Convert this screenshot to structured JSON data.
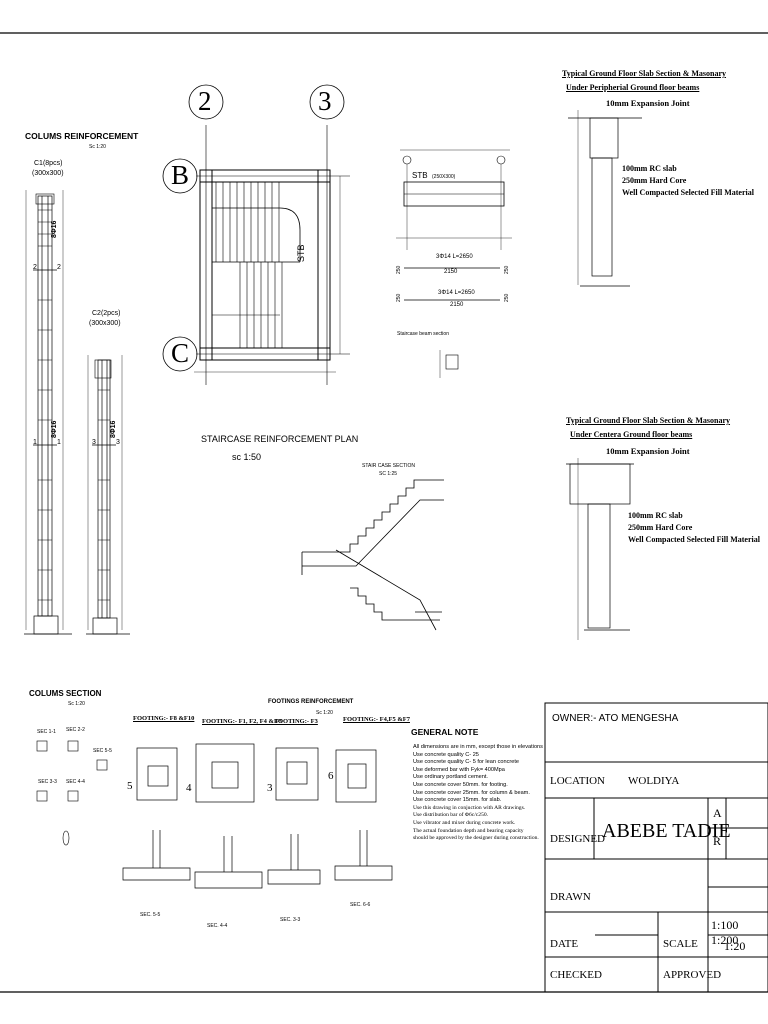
{
  "sheet": {
    "column_reinforcement": {
      "title": "COLUMS REINFORCEMENT",
      "scale": "Sc 1:20",
      "c1_label": "C1(8pcs)",
      "c1_size": "(300x300)",
      "c2_label": "C2(2pcs)",
      "c2_size": "(300x300)",
      "c1_bar_top": "8Φ16",
      "c1_bar_bottom": "8Φ16",
      "c2_bar": "8Φ16",
      "sec_numbers": [
        "2",
        "2",
        "1",
        "1",
        "3",
        "3"
      ]
    },
    "staircase_plan": {
      "grid_2": "2",
      "grid_3": "3",
      "grid_b": "B",
      "grid_c": "C",
      "stb": "STB",
      "title": "STAIRCASE REINFORCEMENT PLAN",
      "scale": "sc 1:50"
    },
    "beam_detail": {
      "stb": "STB",
      "size": "(250X300)",
      "bar_top": "3Φ14 L=2650",
      "len_top": "2150",
      "bar_bottom": "3Φ14 L=2650",
      "len_bottom": "2150",
      "caption": "Staircase beam section",
      "dims": [
        "250",
        "250",
        "250",
        "250"
      ]
    },
    "stair_section": {
      "title": "STAIR CASE SECTION",
      "scale": "SC 1:25"
    },
    "slab_top": {
      "title1": "Typical Ground Floor Slab Section & Masonary",
      "title2": "Under Peripherial Ground floor beams",
      "joint": "10mm Expansion Joint",
      "l1": "100mm RC slab",
      "l2": "250mm Hard  Core",
      "l3": "Well Compacted Selected Fill Material"
    },
    "slab_bottom": {
      "title1": "Typical Ground Floor Slab Section & Masonary",
      "title2": "Under Centera Ground floor beams",
      "joint": "10mm Expansion Joint",
      "l1": "100mm RC slab",
      "l2": "250mm Hard  Core",
      "l3": "Well Compacted Selected Fill Material"
    },
    "columns_section": {
      "title": "COLUMS SECTION",
      "scale": "Sc 1:20",
      "labels": [
        "SEC 1-1",
        "SEC 2-2",
        "SEC 3-3",
        "SEC 4-4",
        "SEC 5-5"
      ]
    },
    "footings": {
      "title": "FOOTINGS REINFORCEMENT",
      "scale": "Sc 1:20",
      "f1": "FOOTING:- F8 &F10",
      "f2": "FOOTING:- F1, F2, F4 & F9",
      "f3": "FOOTING:- F3",
      "f4": "FOOTING:- F4,F5 &F7",
      "sec_a": "SEC. 5-5",
      "sec_b": "SEC. 4-4",
      "sec_c": "SEC. 3-3",
      "sec_d": "SEC. 6-6",
      "mark5": "5",
      "mark4": "4",
      "mark3": "3",
      "mark6": "6"
    },
    "general_note": {
      "title": "GENERAL NOTE",
      "lines": [
        "All dimensions are in mm, except those in elevations",
        "Use concrete quality C- 25",
        "Use concrete quality C- 5 for lean concrete",
        "Use deformed bar with Fyk= 400Mpa",
        "Use ordinary portland  cement.",
        "Use concrete cover 50mm. for footing.",
        "Use concrete cover 25mm. for column & beam.",
        "Use concrete cover 15mm. for slab.",
        "Use this drawing in conjuction with AR drawings.",
        "Use distribution bar of Φ6c/c250.",
        "Use vibrator and mixer during concrete work.",
        "The actual foundation depth and bearing capacity",
        "should be approved by the designer during construction."
      ]
    },
    "title_block": {
      "owner": "OWNER:- ATO MENGESHA",
      "location_label": "LOCATION",
      "location_value": "WOLDIYA",
      "designed_label": "DESIGNED",
      "designer": "ABEBE TADIE",
      "a": "A",
      "r": "R",
      "drawn_label": "DRAWN",
      "date_label": "DATE",
      "scale_label": "SCALE",
      "scale_1": "1:100  1:200",
      "scale_2": "1:20",
      "checked_label": "CHECKED",
      "approved_label": "APPROVED"
    }
  }
}
